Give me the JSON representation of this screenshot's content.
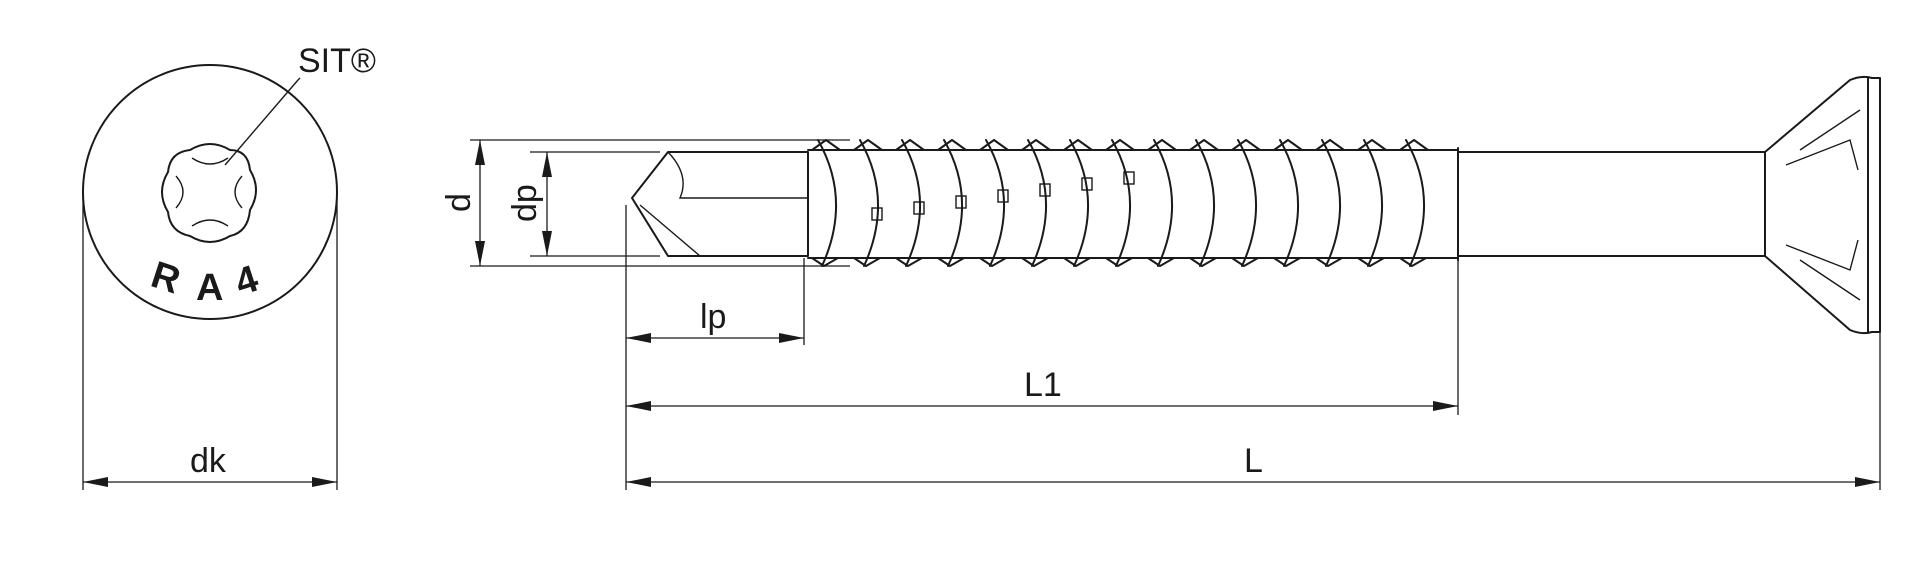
{
  "labels": {
    "brand": "SIT®",
    "head_marking": [
      "R",
      "A",
      "4"
    ],
    "d": "d",
    "dp": "dp",
    "lp": "lp",
    "L1": "L1",
    "L": "L",
    "dk": "dk"
  }
}
